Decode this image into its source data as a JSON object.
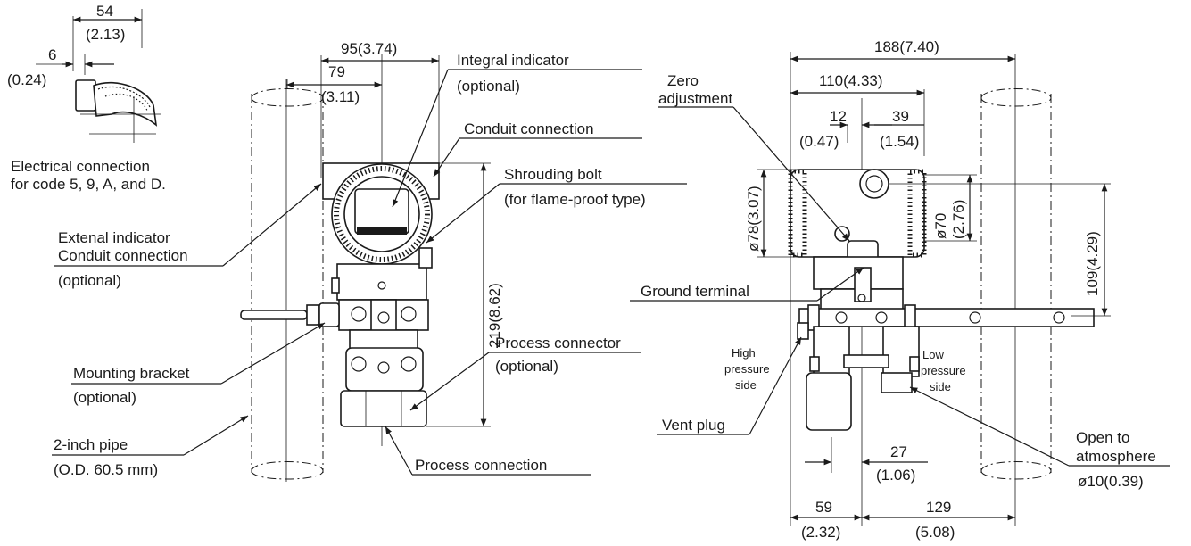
{
  "inset": {
    "dim_width": "54",
    "dim_width_in": "(2.13)",
    "dim_offset": "6",
    "dim_offset_in": "(0.24)",
    "caption_line1": "Electrical connection",
    "caption_line2": "for code 5, 9, A, and D."
  },
  "front_view": {
    "dim_overall": "95(3.74)",
    "dim_center": "79",
    "dim_center_in": "(3.11)",
    "dim_height": "219(8.62)",
    "integral_indicator": "Integral indicator",
    "integral_indicator_note": "(optional)",
    "conduit_connection": "Conduit connection",
    "shrouding_bolt": "Shrouding bolt",
    "shrouding_bolt_note": "(for flame-proof type)",
    "external_indicator_line1": "Extenal indicator",
    "external_indicator_line2": "Conduit connection",
    "external_indicator_note": "(optional)",
    "mounting_bracket": "Mounting bracket",
    "mounting_bracket_note": "(optional)",
    "pipe": "2-inch pipe",
    "pipe_note": "(O.D. 60.5 mm)",
    "process_connector": "Process connector",
    "process_connector_note": "(optional)",
    "process_connection": "Process connection"
  },
  "side_view": {
    "dim_overall": "188(7.40)",
    "dim_110": "110(4.33)",
    "dim_12": "12",
    "dim_12_in": "(0.47)",
    "dim_39": "39",
    "dim_39_in": "(1.54)",
    "dim_78": "ø78(3.07)",
    "dim_70": "ø70",
    "dim_70_in": "(2.76)",
    "dim_109": "109(4.29)",
    "dim_27": "27",
    "dim_27_in": "(1.06)",
    "dim_59": "59",
    "dim_59_in": "(2.32)",
    "dim_129": "129",
    "dim_129_in": "(5.08)",
    "zero_adjustment_line1": "Zero",
    "zero_adjustment_line2": "adjustment",
    "ground_terminal": "Ground terminal",
    "high_pressure_1": "High",
    "high_pressure_2": "pressure",
    "high_pressure_3": "side",
    "low_pressure_1": "Low",
    "low_pressure_2": "pressure",
    "low_pressure_3": "side",
    "vent_plug": "Vent plug",
    "open_atm_line1": "Open to",
    "open_atm_line2": "atmosphere",
    "open_atm_dim": "ø10(0.39)"
  }
}
